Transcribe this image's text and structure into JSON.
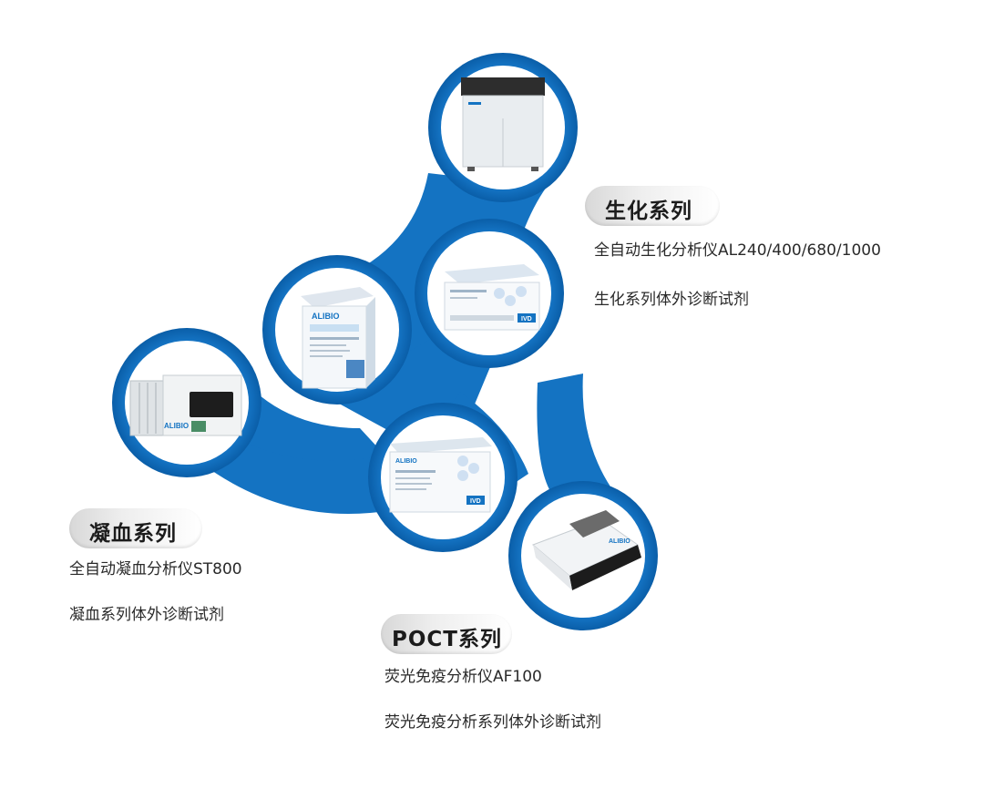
{
  "brand": {
    "primary": "#1473c2",
    "dark": "#0a5ea8"
  },
  "series": {
    "biochem": {
      "title": "生化系列",
      "line1": "全自动生化分析仪AL240/400/680/1000",
      "line2": "生化系列体外诊断试剂"
    },
    "coag": {
      "title": "凝血系列",
      "line1": "全自动凝血分析仪ST800",
      "line2": "凝血系列体外诊断试剂"
    },
    "poct": {
      "title": "POCT系列",
      "line1": "荧光免疫分析仪AF100",
      "line2": "荧光免疫分析系列体外诊断试剂"
    }
  },
  "products": {
    "brand_logo": "ALIBIO",
    "ivd_label": "IVD",
    "chem_analyzer": "chemistry-analyzer-image",
    "reagent_box_small": "reagent-box-image",
    "reagent_box_ivd": "ivd-reagent-kit-image",
    "coag_analyzer": "coagulation-analyzer-image",
    "poct_kit": "poct-reagent-kit-image",
    "poct_analyzer": "fluorescence-analyzer-image"
  }
}
